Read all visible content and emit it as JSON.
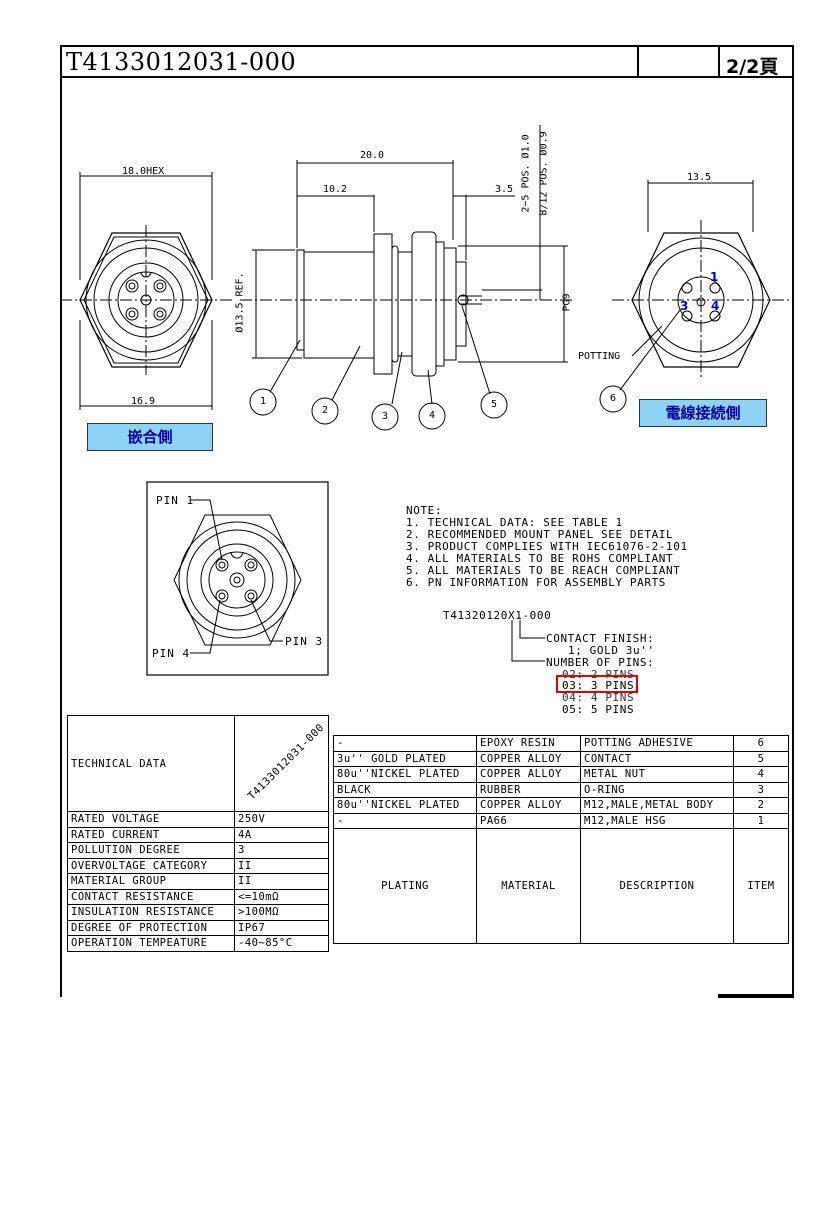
{
  "title": {
    "part_number": "T4133012031-000",
    "page": "2/2頁"
  },
  "labels": {
    "mating_side": "嵌合側",
    "cable_side": "電線接続側"
  },
  "dimensions": {
    "hex": "18.0HEX",
    "width_16_9": "16.9",
    "len_20": "20.0",
    "len_10_2": "10.2",
    "len_3_5": "3.5",
    "dia_13_5": "Ø13.5 REF.",
    "pos_2_5": "2~5 POS. Ø1.0",
    "pos_8_12": "8/12 POS. Ø0.9",
    "pg9": "PG9",
    "len_13_5": "13.5",
    "potting": "POTTING"
  },
  "callouts": [
    "1",
    "2",
    "3",
    "4",
    "5",
    "6"
  ],
  "pin_numbers": {
    "p1": "1",
    "p3": "3",
    "p4": "4"
  },
  "pin_detail": {
    "pin1": "PIN 1",
    "pin3": "PIN 3",
    "pin4": "PIN 4"
  },
  "notes": [
    "NOTE:",
    "1. TECHNICAL DATA: SEE TABLE 1",
    "2. RECOMMENDED MOUNT PANEL SEE DETAIL",
    "3. PRODUCT COMPLIES WITH IEC61076-2-101",
    "4. ALL MATERIALS TO BE ROHS COMPLIANT",
    "5. ALL MATERIALS TO BE REACH COMPLIANT",
    "6. PN INFORMATION FOR ASSEMBLY PARTS"
  ],
  "pn_info": {
    "pattern": "T41320120X1-000",
    "contact_finish": "CONTACT FINISH:",
    "finish_1": "1; GOLD 3u''",
    "number_of_pins": "NUMBER OF PINS:",
    "options": [
      "02: 2 PINS",
      "03: 3 PINS",
      "04: 4 PINS",
      "05: 5 PINS"
    ]
  },
  "tech_table": {
    "header": "TECHNICAL DATA",
    "part_number": "T4133012031-000",
    "rows": [
      {
        "label": "RATED VOLTAGE",
        "value": "250V"
      },
      {
        "label": "RATED CURRENT",
        "value": "4A"
      },
      {
        "label": "POLLUTION DEGREE",
        "value": "3"
      },
      {
        "label": "OVERVOLTAGE CATEGORY",
        "value": "II"
      },
      {
        "label": "MATERIAL GROUP",
        "value": "II"
      },
      {
        "label": "CONTACT RESISTANCE",
        "value": "<=10mΩ"
      },
      {
        "label": "INSULATION RESISTANCE",
        "value": ">100MΩ"
      },
      {
        "label": "DEGREE OF PROTECTION",
        "value": "IP67"
      },
      {
        "label": "OPERATION TEMPEATURE",
        "value": "-40~85°C"
      }
    ]
  },
  "bom": {
    "rows": [
      {
        "plating": "-",
        "material": "EPOXY RESIN",
        "description": "POTTING ADHESIVE",
        "item": "6"
      },
      {
        "plating": "3u'' GOLD PLATED",
        "material": "COPPER ALLOY",
        "description": "CONTACT",
        "item": "5"
      },
      {
        "plating": "80u''NICKEL PLATED",
        "material": "COPPER ALLOY",
        "description": "METAL NUT",
        "item": "4"
      },
      {
        "plating": "BLACK",
        "material": "RUBBER",
        "description": "O-RING",
        "item": "3"
      },
      {
        "plating": "80u''NICKEL PLATED",
        "material": "COPPER ALLOY",
        "description": "M12,MALE,METAL BODY",
        "item": "2"
      },
      {
        "plating": "-",
        "material": "PA66",
        "description": "M12,MALE HSG",
        "item": "1"
      }
    ],
    "headers": {
      "plating": "PLATING",
      "material": "MATERIAL",
      "description": "DESCRIPTION",
      "item": "ITEM"
    }
  }
}
